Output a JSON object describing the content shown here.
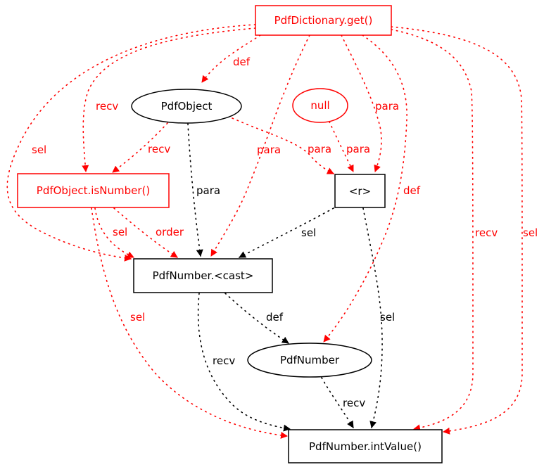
{
  "colors": {
    "highlight": "#ff0000",
    "normal": "#000000",
    "background": "#ffffff"
  },
  "nodes": {
    "dict_get": {
      "label": "PdfDictionary.get()",
      "shape": "box",
      "color": "red"
    },
    "pdfobject": {
      "label": "PdfObject",
      "shape": "ellipse",
      "color": "black"
    },
    "null": {
      "label": "null",
      "shape": "ellipse",
      "color": "red"
    },
    "isnumber": {
      "label": "PdfObject.isNumber()",
      "shape": "box",
      "color": "red"
    },
    "r": {
      "label": "<r>",
      "shape": "box",
      "color": "black"
    },
    "cast": {
      "label": "PdfNumber.<cast>",
      "shape": "box",
      "color": "black"
    },
    "pdfnumber": {
      "label": "PdfNumber",
      "shape": "ellipse",
      "color": "black"
    },
    "intvalue": {
      "label": "PdfNumber.intValue()",
      "shape": "box",
      "color": "black"
    }
  },
  "edges": [
    {
      "id": "e1",
      "from": "PdfDictionary.get()",
      "to": "PdfObject",
      "label": "def",
      "color": "red"
    },
    {
      "id": "e2",
      "from": "PdfDictionary.get()",
      "to": "PdfObject.isNumber()",
      "label": "recv",
      "color": "red"
    },
    {
      "id": "e3",
      "from": "PdfDictionary.get()",
      "to": "PdfNumber.<cast>",
      "label": "sel",
      "color": "red"
    },
    {
      "id": "e4",
      "from": "PdfDictionary.get()",
      "to": "PdfNumber.<cast>",
      "label": "para",
      "color": "red"
    },
    {
      "id": "e5",
      "from": "PdfDictionary.get()",
      "to": "<r>",
      "label": "para",
      "color": "red"
    },
    {
      "id": "e6",
      "from": "PdfDictionary.get()",
      "to": "PdfNumber",
      "label": "def",
      "color": "red"
    },
    {
      "id": "e7",
      "from": "PdfDictionary.get()",
      "to": "PdfNumber.intValue()",
      "label": "recv",
      "color": "red"
    },
    {
      "id": "e8",
      "from": "PdfDictionary.get()",
      "to": "PdfNumber.intValue()",
      "label": "sel",
      "color": "red"
    },
    {
      "id": "e9",
      "from": "PdfObject",
      "to": "PdfObject.isNumber()",
      "label": "recv",
      "color": "red"
    },
    {
      "id": "e10",
      "from": "PdfObject",
      "to": "<r>",
      "label": "para",
      "color": "red"
    },
    {
      "id": "e11",
      "from": "PdfObject",
      "to": "PdfNumber.<cast>",
      "label": "para",
      "color": "black"
    },
    {
      "id": "e12",
      "from": "null",
      "to": "<r>",
      "label": "para",
      "color": "red"
    },
    {
      "id": "e13",
      "from": "PdfObject.isNumber()",
      "to": "PdfNumber.<cast>",
      "label": "sel",
      "color": "red"
    },
    {
      "id": "e14",
      "from": "PdfObject.isNumber()",
      "to": "PdfNumber.<cast>",
      "label": "order",
      "color": "red"
    },
    {
      "id": "e15",
      "from": "PdfObject.isNumber()",
      "to": "PdfNumber.intValue()",
      "label": "sel",
      "color": "red"
    },
    {
      "id": "e16",
      "from": "<r>",
      "to": "PdfNumber.<cast>",
      "label": "sel",
      "color": "black"
    },
    {
      "id": "e17",
      "from": "<r>",
      "to": "PdfNumber.intValue()",
      "label": "sel",
      "color": "black"
    },
    {
      "id": "e18",
      "from": "PdfNumber.<cast>",
      "to": "PdfNumber",
      "label": "def",
      "color": "black"
    },
    {
      "id": "e19",
      "from": "PdfNumber.<cast>",
      "to": "PdfNumber.intValue()",
      "label": "recv",
      "color": "black"
    },
    {
      "id": "e20",
      "from": "PdfNumber",
      "to": "PdfNumber.intValue()",
      "label": "recv",
      "color": "black"
    }
  ]
}
